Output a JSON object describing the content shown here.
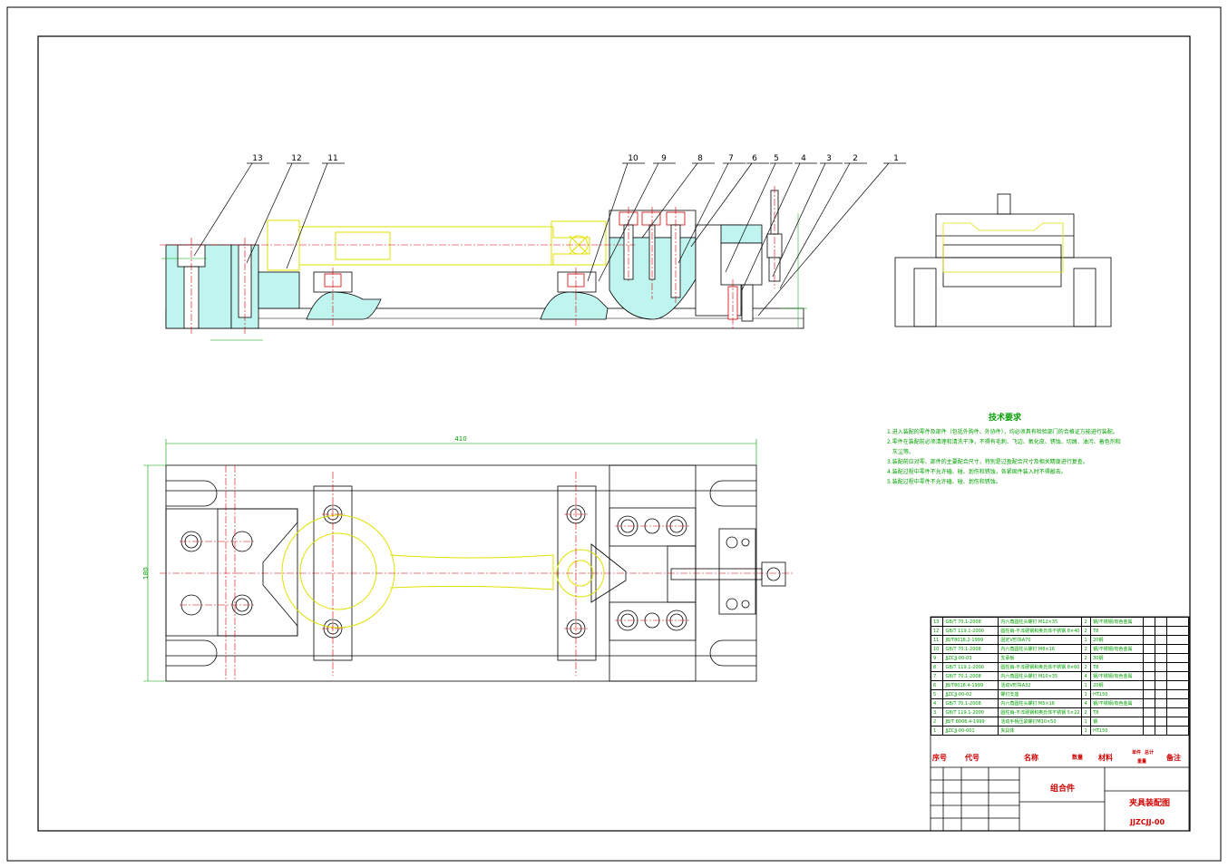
{
  "drawing": {
    "title": "夹具装配图",
    "code": "JJZCJJ-00",
    "assembly_label": "组合件"
  },
  "part_labels": [
    "13",
    "12",
    "11",
    "10",
    "9",
    "8",
    "7",
    "6",
    "5",
    "4",
    "3",
    "2",
    "1"
  ],
  "dimensions": {
    "overall_length": "410",
    "overall_width": "180"
  },
  "tech_requirements": {
    "title": "技术要求",
    "items": [
      "1.进入装配的零件及部件（包括外购件、外协件），均必须具有检验部门的合格证方能进行装配。",
      "2.零件在装配前必须清理和清洗干净，不得有毛刺、飞边、氧化皮、锈蚀、切屑、油污、着色剂和",
      "灰尘等。",
      "3.装配前应对零、部件的主要配合尺寸，特别是过盈配合尺寸及相关精度进行复查。",
      "4.装配过程中零件不允许磕、碰、划伤和锈蚀，各紧固件装入时不得敲击。",
      "5.装配过程中零件不允许磕、碰、划伤和锈蚀。"
    ]
  },
  "bom": {
    "rows": [
      {
        "no": "13",
        "code": "GB/T 70.1-2008",
        "name": "内六角圆柱头螺钉 M12×35",
        "qty": "2",
        "material": "钢/不锈钢/有色金属"
      },
      {
        "no": "12",
        "code": "GB/T 119.1-2000",
        "name": "圆柱销-不淬硬钢和奥氏体不锈钢 8×40",
        "qty": "2",
        "material": "T8"
      },
      {
        "no": "11",
        "code": "JB/T8018.2-1999",
        "name": "固定V形块A70",
        "qty": "1",
        "material": "20钢"
      },
      {
        "no": "10",
        "code": "GB/T 70.1-2008",
        "name": "内六角圆柱头螺钉 M8×16",
        "qty": "2",
        "material": "钢/不锈钢/有色金属"
      },
      {
        "no": "9",
        "code": "JJZCJJ-00-03",
        "name": "支承板",
        "qty": "2",
        "material": "30钢"
      },
      {
        "no": "8",
        "code": "GB/T 119.1-2000",
        "name": "圆柱销-不淬硬钢和奥氏体不锈钢 8×60",
        "qty": "2",
        "material": "T8"
      },
      {
        "no": "7",
        "code": "GB/T 70.1-2008",
        "name": "内六角圆柱头螺钉 M10×35",
        "qty": "4",
        "material": "钢/不锈钢/有色金属"
      },
      {
        "no": "6",
        "code": "JB/T8018.4-1999",
        "name": "活动V形块A32",
        "qty": "1",
        "material": "20钢"
      },
      {
        "no": "5",
        "code": "JJZCJJ-00-02",
        "name": "螺钉支座",
        "qty": "1",
        "material": "HT150"
      },
      {
        "no": "4",
        "code": "GB/T 70.1-2008",
        "name": "内六角圆柱头螺钉 M5×16",
        "qty": "4",
        "material": "钢/不锈钢/有色金属"
      },
      {
        "no": "3",
        "code": "GB/T 119.1-2000",
        "name": "圆柱销-不淬硬钢和奥氏体不锈钢 5×22",
        "qty": "2",
        "material": "T8"
      },
      {
        "no": "2",
        "code": "JB/T 8006.4-1999",
        "name": "活动手柄压紧螺钉M10×50",
        "qty": "1",
        "material": "钢"
      },
      {
        "no": "1",
        "code": "JJZCJJ-00-001",
        "name": "夹具体",
        "qty": "1",
        "material": "HT150"
      }
    ],
    "header": {
      "no": "序号",
      "code": "代号",
      "name": "名称",
      "qty": "数量",
      "material": "材料",
      "unit_weight": "单件",
      "total_weight": "总计",
      "weight": "重量",
      "remark": "备注"
    }
  },
  "colors": {
    "outline": "#000000",
    "center": "#d00000",
    "hatch": "#00b0a0",
    "workpiece": "#e0e000",
    "text_green": "#00a000",
    "text_red": "#d00000"
  }
}
